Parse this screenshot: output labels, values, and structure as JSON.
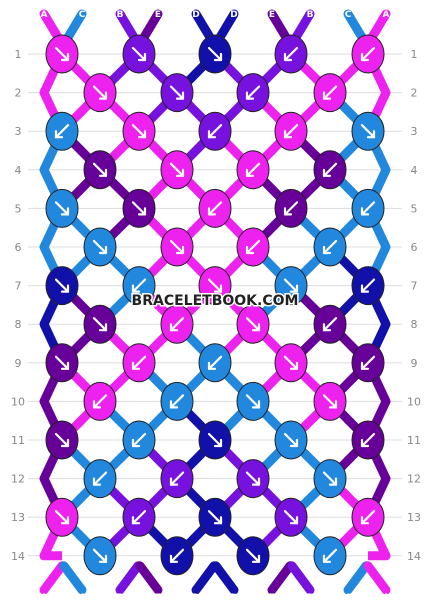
{
  "site_watermark": "BRACELETBOOK.COM",
  "strand_letters": [
    "A",
    "C",
    "B",
    "E",
    "D",
    "D",
    "E",
    "B",
    "C",
    "A"
  ],
  "colors": {
    "A": "#ee22ee",
    "B": "#7711dd",
    "C": "#2288dd",
    "D": "#1111aa",
    "E": "#660099",
    "background": "#ffffff",
    "gridline": "#dddddd",
    "row_label": "#888888",
    "arrow": "#ffffff"
  },
  "rows": [
    {
      "number": "1",
      "knots": [
        {
          "color": "A",
          "dir": "dr"
        },
        {
          "color": "B",
          "dir": "dr"
        },
        {
          "color": "D",
          "dir": "dr"
        },
        {
          "color": "B",
          "dir": "dl"
        },
        {
          "color": "A",
          "dir": "dl"
        }
      ]
    },
    {
      "number": "2",
      "knots": [
        {
          "color": "A",
          "dir": "dr"
        },
        {
          "color": "B",
          "dir": "dr"
        },
        {
          "color": "B",
          "dir": "dl"
        },
        {
          "color": "A",
          "dir": "dl"
        }
      ]
    },
    {
      "number": "3",
      "knots": [
        {
          "color": "C",
          "dir": "dl"
        },
        {
          "color": "A",
          "dir": "dr"
        },
        {
          "color": "B",
          "dir": "dl"
        },
        {
          "color": "A",
          "dir": "dl"
        },
        {
          "color": "C",
          "dir": "dr"
        }
      ]
    },
    {
      "number": "4",
      "knots": [
        {
          "color": "E",
          "dir": "dr"
        },
        {
          "color": "A",
          "dir": "dr"
        },
        {
          "color": "A",
          "dir": "dl"
        },
        {
          "color": "E",
          "dir": "dl"
        }
      ]
    },
    {
      "number": "5",
      "knots": [
        {
          "color": "C",
          "dir": "dr"
        },
        {
          "color": "E",
          "dir": "dr"
        },
        {
          "color": "A",
          "dir": "dl"
        },
        {
          "color": "E",
          "dir": "dl"
        },
        {
          "color": "C",
          "dir": "dl"
        }
      ]
    },
    {
      "number": "6",
      "knots": [
        {
          "color": "C",
          "dir": "dr"
        },
        {
          "color": "A",
          "dir": "dr"
        },
        {
          "color": "A",
          "dir": "dl"
        },
        {
          "color": "C",
          "dir": "dl"
        }
      ]
    },
    {
      "number": "7",
      "knots": [
        {
          "color": "D",
          "dir": "dr"
        },
        {
          "color": "C",
          "dir": "dl"
        },
        {
          "color": "A",
          "dir": "dr"
        },
        {
          "color": "C",
          "dir": "dr"
        },
        {
          "color": "D",
          "dir": "dl"
        }
      ]
    },
    {
      "number": "8",
      "knots": [
        {
          "color": "E",
          "dir": "dr"
        },
        {
          "color": "A",
          "dir": "dl"
        },
        {
          "color": "A",
          "dir": "dr"
        },
        {
          "color": "E",
          "dir": "dl"
        }
      ]
    },
    {
      "number": "9",
      "knots": [
        {
          "color": "E",
          "dir": "dr"
        },
        {
          "color": "A",
          "dir": "dl"
        },
        {
          "color": "C",
          "dir": "dl"
        },
        {
          "color": "A",
          "dir": "dr"
        },
        {
          "color": "E",
          "dir": "dl"
        }
      ]
    },
    {
      "number": "10",
      "knots": [
        {
          "color": "A",
          "dir": "dl"
        },
        {
          "color": "C",
          "dir": "dl"
        },
        {
          "color": "C",
          "dir": "dr"
        },
        {
          "color": "A",
          "dir": "dr"
        }
      ]
    },
    {
      "number": "11",
      "knots": [
        {
          "color": "E",
          "dir": "dr"
        },
        {
          "color": "C",
          "dir": "dl"
        },
        {
          "color": "D",
          "dir": "dr"
        },
        {
          "color": "C",
          "dir": "dr"
        },
        {
          "color": "E",
          "dir": "dl"
        }
      ]
    },
    {
      "number": "12",
      "knots": [
        {
          "color": "C",
          "dir": "dl"
        },
        {
          "color": "B",
          "dir": "dl"
        },
        {
          "color": "B",
          "dir": "dr"
        },
        {
          "color": "C",
          "dir": "dr"
        }
      ]
    },
    {
      "number": "13",
      "knots": [
        {
          "color": "A",
          "dir": "dr"
        },
        {
          "color": "B",
          "dir": "dl"
        },
        {
          "color": "D",
          "dir": "dr"
        },
        {
          "color": "B",
          "dir": "dr"
        },
        {
          "color": "A",
          "dir": "dl"
        }
      ]
    },
    {
      "number": "14",
      "knots": [
        {
          "color": "C",
          "dir": "dr"
        },
        {
          "color": "D",
          "dir": "dl"
        },
        {
          "color": "D",
          "dir": "dr"
        },
        {
          "color": "C",
          "dir": "dl"
        }
      ]
    }
  ]
}
